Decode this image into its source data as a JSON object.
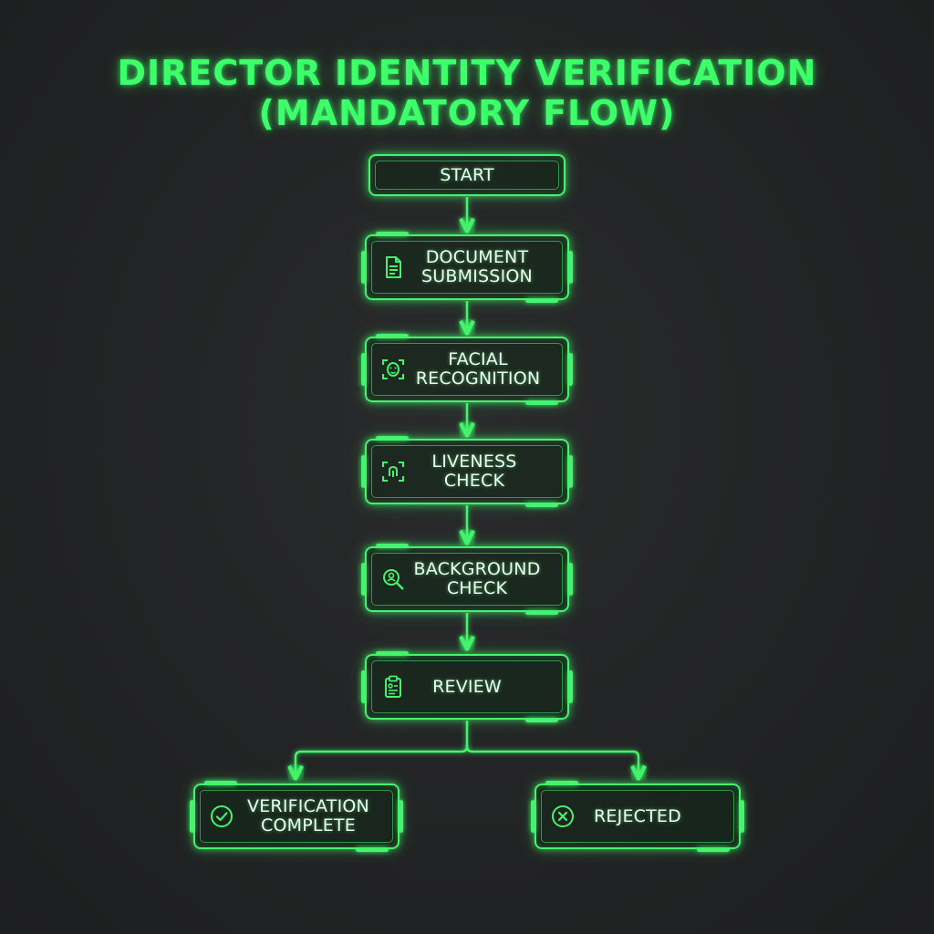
{
  "title": {
    "line1": "DIRECTOR IDENTITY VERIFICATION",
    "line2": "(MANDATORY FLOW)"
  },
  "nodes": {
    "start": {
      "label": "START"
    },
    "document": {
      "label": "DOCUMENT\nSUBMISSION",
      "icon": "document-icon"
    },
    "facial": {
      "label": "FACIAL\nRECOGNITION",
      "icon": "face-scan-icon"
    },
    "liveness": {
      "label": "LIVENESS\nCHECK",
      "icon": "fingerprint-scan-icon"
    },
    "background": {
      "label": "BACKGROUND\nCHECK",
      "icon": "person-search-icon"
    },
    "review": {
      "label": "REVIEW",
      "icon": "clipboard-icon"
    },
    "complete": {
      "label": "VERIFICATION\nCOMPLETE",
      "icon": "checkmark-circle-icon"
    },
    "rejected": {
      "label": "REJECTED",
      "icon": "x-circle-icon"
    }
  },
  "colors": {
    "accent": "#46f26e",
    "title": "#3dff6a",
    "text": "#e9fff0",
    "background": "#222324"
  }
}
